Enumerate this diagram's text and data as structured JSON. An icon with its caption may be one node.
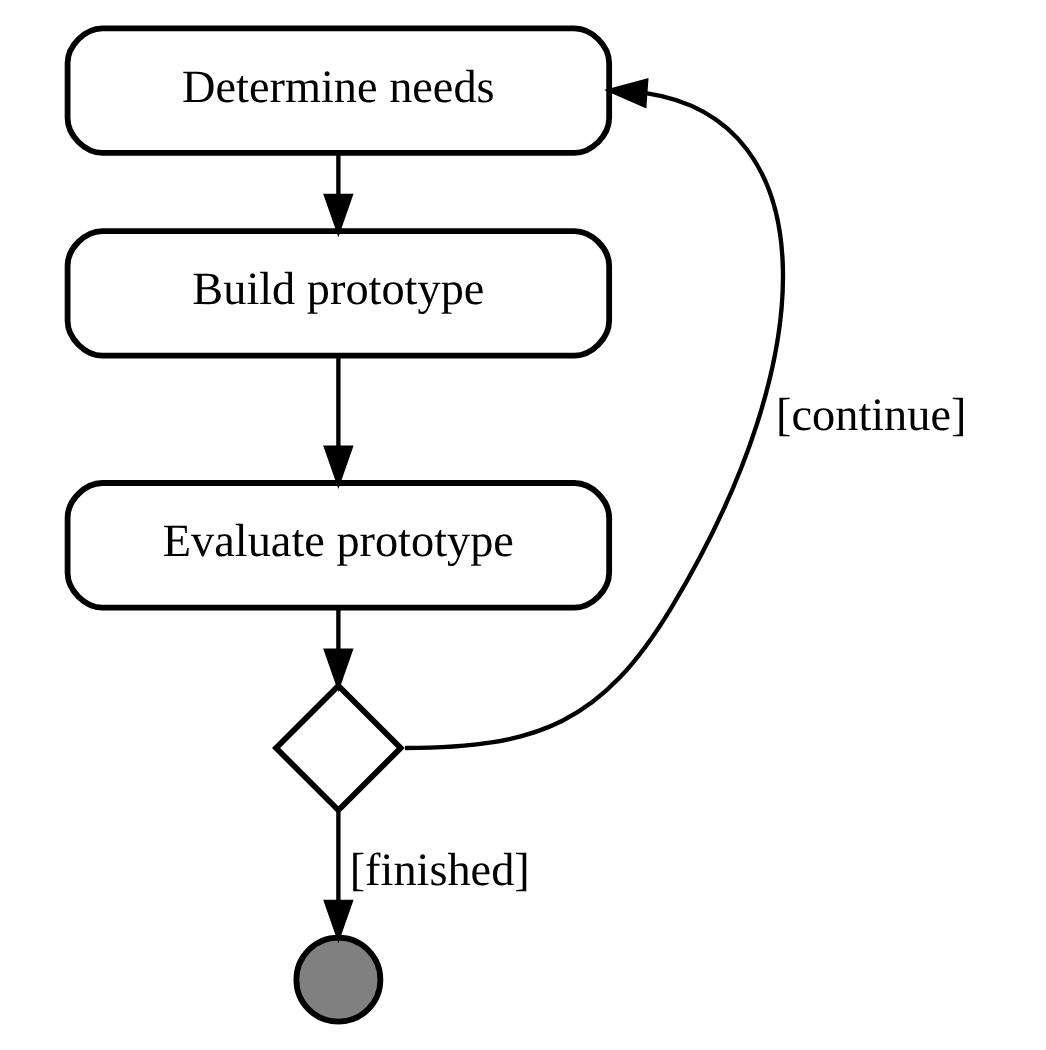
{
  "diagram": {
    "nodes": [
      {
        "text": [
          "Determine needs"
        ]
      },
      {
        "text": [
          "Build prototype"
        ]
      },
      {
        "text": [
          "Evaluate prototype"
        ]
      },
      {
        "text": [],
        "shape": "diamond"
      },
      {
        "text": [],
        "shape": "circle"
      }
    ],
    "edges": [
      {
        "from": 0,
        "to": 1,
        "arrow": "to"
      },
      {
        "from": 1,
        "to": 2,
        "arrow": "to"
      },
      {
        "from": 2,
        "to": 3,
        "arrow": "to"
      },
      {
        "from": 3,
        "to": 0,
        "label": "[continue]",
        "arrow": "to"
      },
      {
        "from": 3,
        "to": 4,
        "label": "[finished]",
        "arrow": "to"
      }
    ]
  }
}
